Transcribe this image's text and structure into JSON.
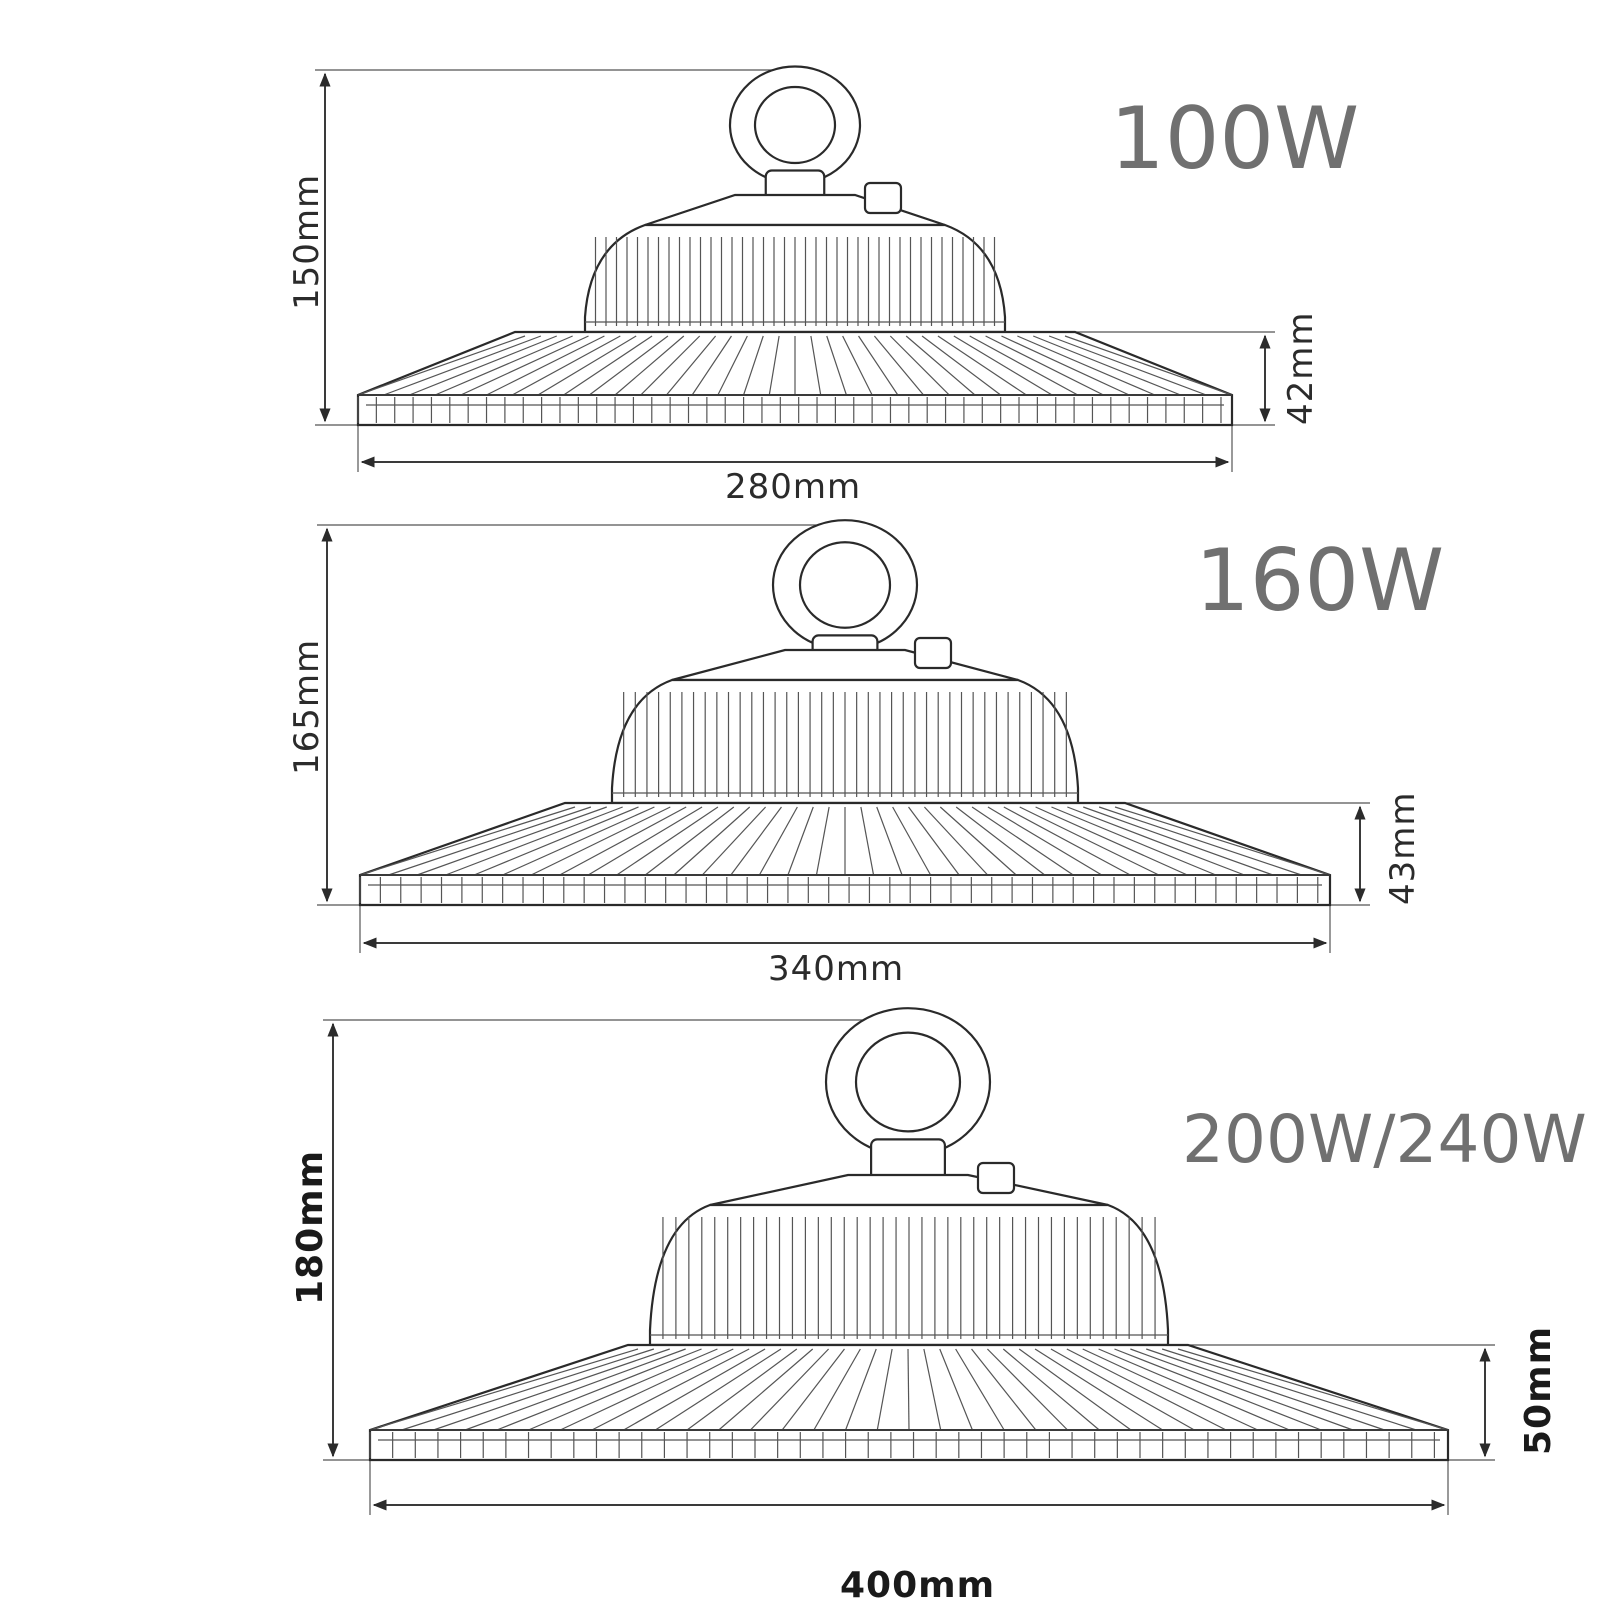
{
  "lamps": [
    {
      "id": "lamp-100w",
      "watt_label": "100W",
      "height_label": "150mm",
      "rim_label": "42mm",
      "width_label": "280mm"
    },
    {
      "id": "lamp-160w",
      "watt_label": "160W",
      "height_label": "165mm",
      "rim_label": "43mm",
      "width_label": "340mm"
    },
    {
      "id": "lamp-200w",
      "watt_label": "200W/240W",
      "height_label": "180mm",
      "rim_label": "50mm",
      "width_label": "400mm"
    }
  ]
}
